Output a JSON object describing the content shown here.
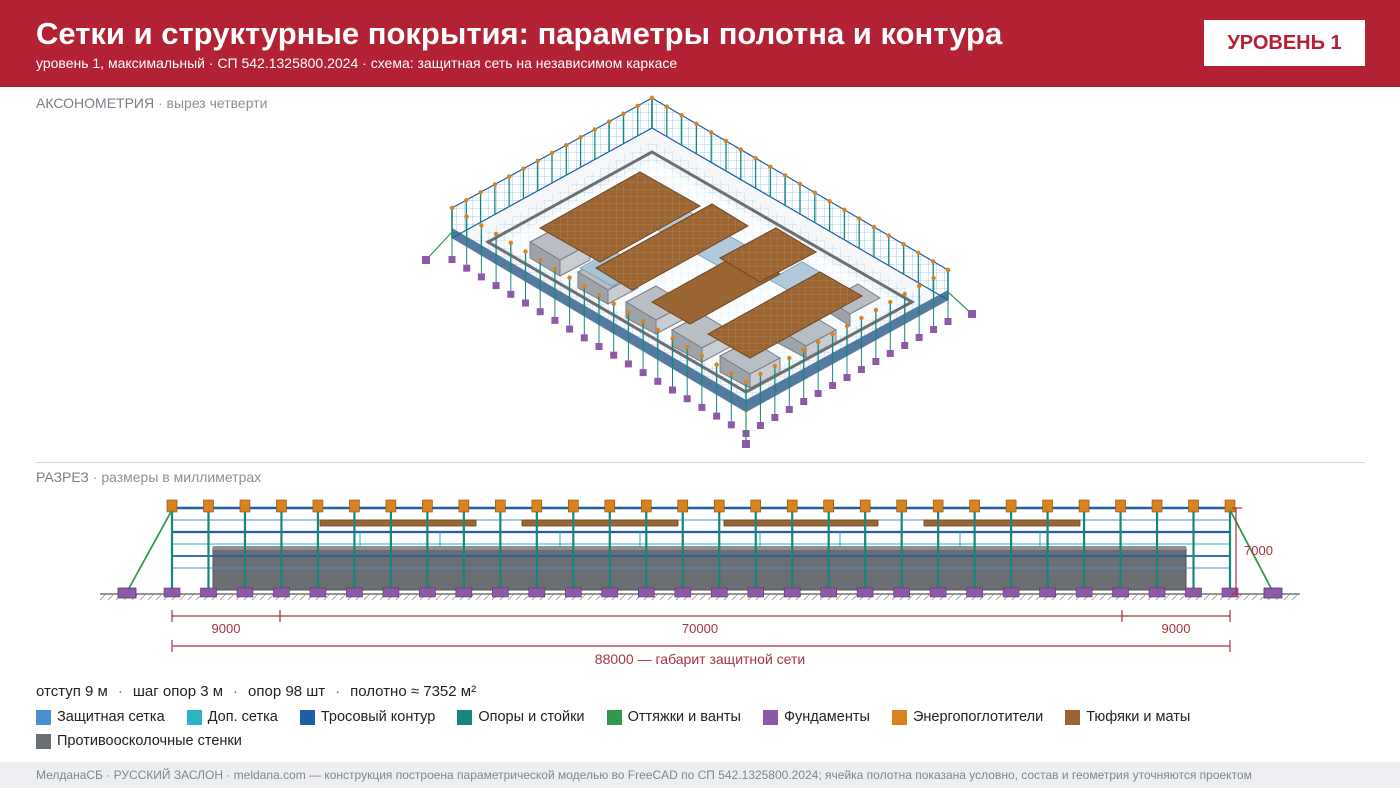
{
  "header": {
    "title": "Сетки и структурные покрытия: параметры полотна и контура",
    "subtitle": "уровень 1, максимальный · СП 542.1325800.2024 · схема: защитная сеть на независимом каркасе",
    "level_badge": "УРОВЕНЬ 1"
  },
  "axonometry": {
    "label": "АКСОНОМЕТРИЯ",
    "sublabel": " · вырез четверти"
  },
  "section": {
    "label": "РАЗРЕЗ",
    "sublabel": " · размеры в миллиметрах",
    "dims": {
      "left": "9000",
      "middle": "70000",
      "right": "9000",
      "total": "88000 — габарит защитной сети",
      "height": "7000"
    }
  },
  "stats": {
    "offset": "отступ 9 м",
    "step": "шаг опор 3 м",
    "supports": "опор 98 шт",
    "area": "полотно ≈ 7352 м²",
    "sep": "·"
  },
  "legend": [
    {
      "label": "Защитная сетка",
      "color": "#4a8fd0"
    },
    {
      "label": "Доп. сетка",
      "color": "#2cb3c4"
    },
    {
      "label": "Тросовый контур",
      "color": "#1e5fa6"
    },
    {
      "label": "Опоры и стойки",
      "color": "#17877e"
    },
    {
      "label": "Оттяжки и ванты",
      "color": "#2f9a4c"
    },
    {
      "label": "Фундаменты",
      "color": "#8e5aa8"
    },
    {
      "label": "Энергопоглотители",
      "color": "#d9821e"
    },
    {
      "label": "Тюфяки и маты",
      "color": "#9a6532"
    },
    {
      "label": "Противоосколочные стенки",
      "color": "#6b6e73"
    }
  ],
  "footer": "МелданаСБ · РУССКИЙ ЗАСЛОН · meldana.com — конструкция построена параметрической моделью во FreeCAD по СП 542.1325800.2024; ячейка полотна показана условно, состав и геометрия уточняются проектом"
}
